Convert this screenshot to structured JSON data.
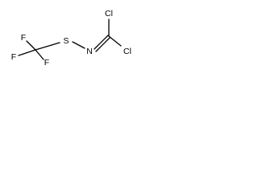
{
  "molecule": {
    "atoms": {
      "f_top": "F",
      "f_left": "F",
      "f_bottom": "F",
      "s": "S",
      "n": "N",
      "cl_top": "Cl",
      "cl_right": "Cl"
    },
    "colors": {
      "bond": "#000000",
      "label": "#000000",
      "background": "#ffffff"
    }
  }
}
